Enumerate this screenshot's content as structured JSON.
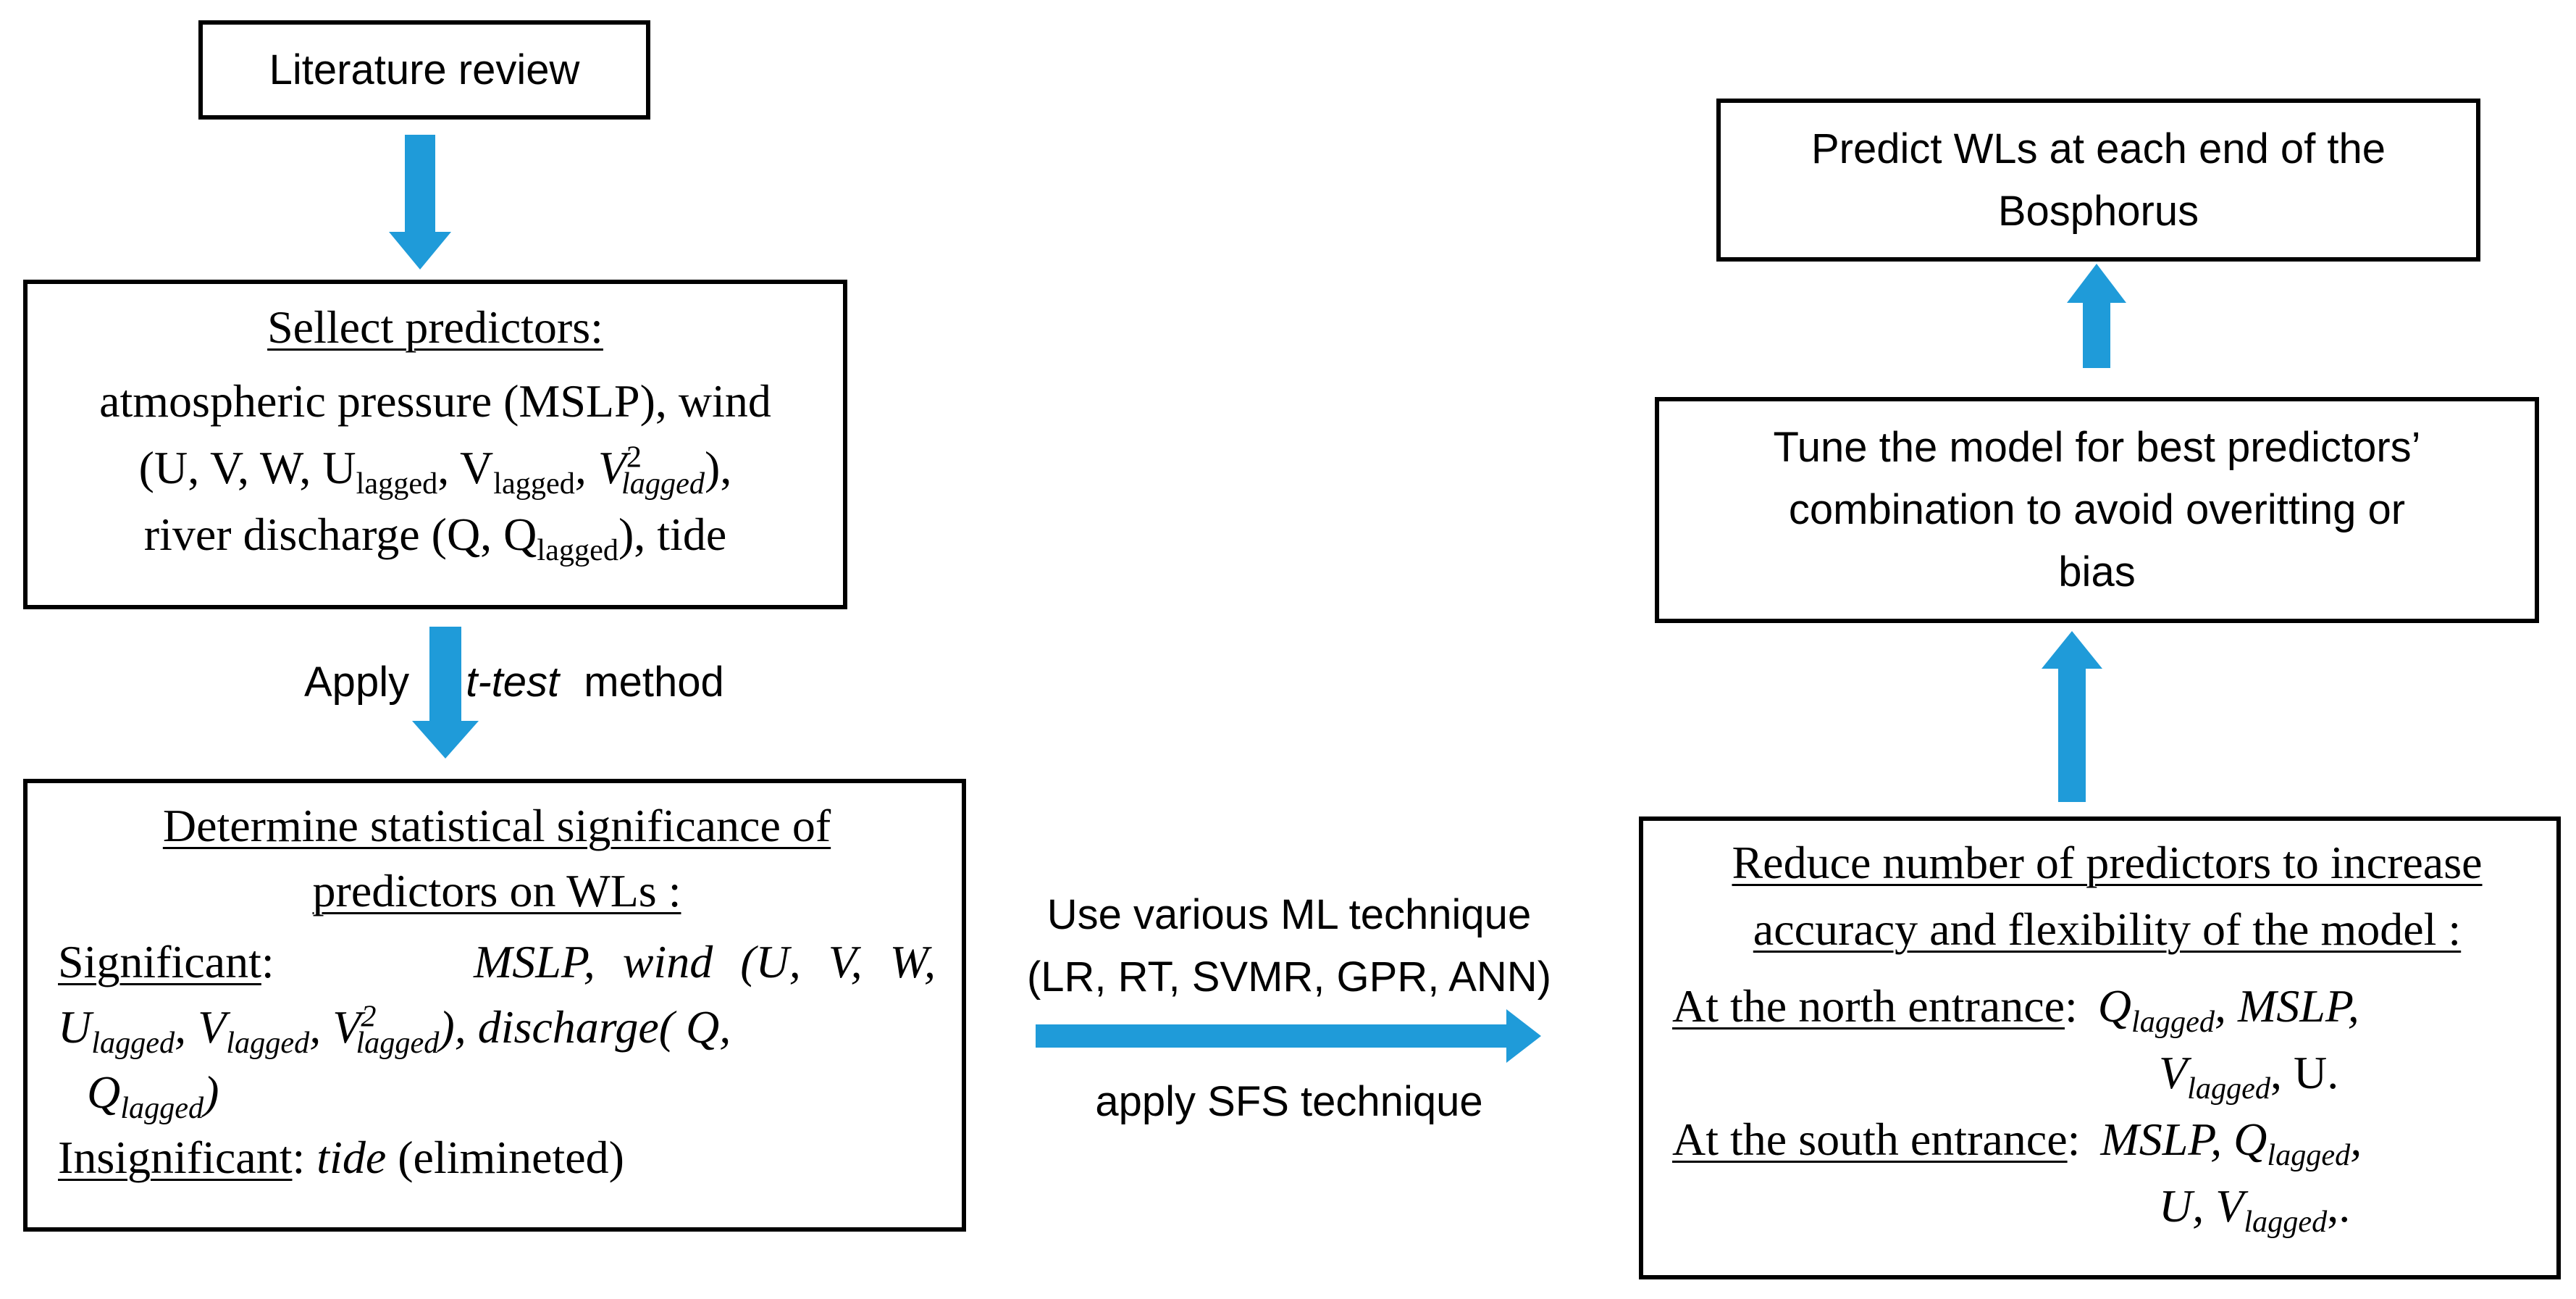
{
  "literature": {
    "label": "Literature review"
  },
  "select": {
    "title": "Sellect predictors:",
    "line1": "atmospheric pressure (MSLP), wind",
    "l2_a": "(U, V, W, U",
    "l2_s1": "lagged",
    "l2_b": ", V",
    "l2_s2": "lagged",
    "l2_c": ", V",
    "l2_sup": "2",
    "l2_s3": "lagged",
    "l2_d": "),",
    "l3_a": "river discharge (Q,   Q",
    "l3_s": "lagged",
    "l3_b": "), tide"
  },
  "ttest": {
    "apply": "Apply",
    "method_name": "t-test",
    "method": "method"
  },
  "significance": {
    "title1": "Determine statistical significance of",
    "title2": "predictors on WLs :",
    "sig_label": "Significant",
    "sig_colon": ":",
    "sig_l1": "MSLP, wind (U, V, W,",
    "sig_l2_a": "U",
    "sig_l2_s1": "lagged",
    "sig_l2_b": ", V",
    "sig_l2_s2": "lagged",
    "sig_l2_c": ", V",
    "sig_l2_sup": "2",
    "sig_l2_s3": "lagged",
    "sig_l2_d": "), discharge( Q,",
    "sig_l3_a": "Q",
    "sig_l3_s": "lagged",
    "sig_l3_b": ")",
    "insig_label": "Insignificant",
    "insig_colon": ":",
    "insig_term": "tide",
    "insig_rest": "(elimineted)"
  },
  "ml": {
    "line1": "Use various ML technique",
    "line2": "(LR, RT, SVMR, GPR, ANN)",
    "line3": "apply SFS technique"
  },
  "reduce": {
    "title1": "Reduce number of predictors to increase",
    "title2": "accuracy and flexibility of the model :",
    "north_label": "At the north entrance",
    "north_colon": ":",
    "north_a": "Q",
    "north_s1": "lagged",
    "north_b": ", MSLP,",
    "north_c": "V",
    "north_s2": "lagged",
    "north_d": ", U.",
    "south_label": "At the south entrance",
    "south_colon": ":",
    "south_a": "MSLP, Q",
    "south_s1": "lagged",
    "south_b": ",",
    "south_c": "U,  V",
    "south_s2": "lagged",
    "south_d": ",."
  },
  "tune": {
    "line1": "Tune the model for best predictors’",
    "line2": "combination to avoid overitting or",
    "line3": "bias"
  },
  "predict": {
    "line1": "Predict WLs at each end of the",
    "line2": "Bosphorus"
  },
  "colors": {
    "arrow": "#1f9bd9"
  }
}
